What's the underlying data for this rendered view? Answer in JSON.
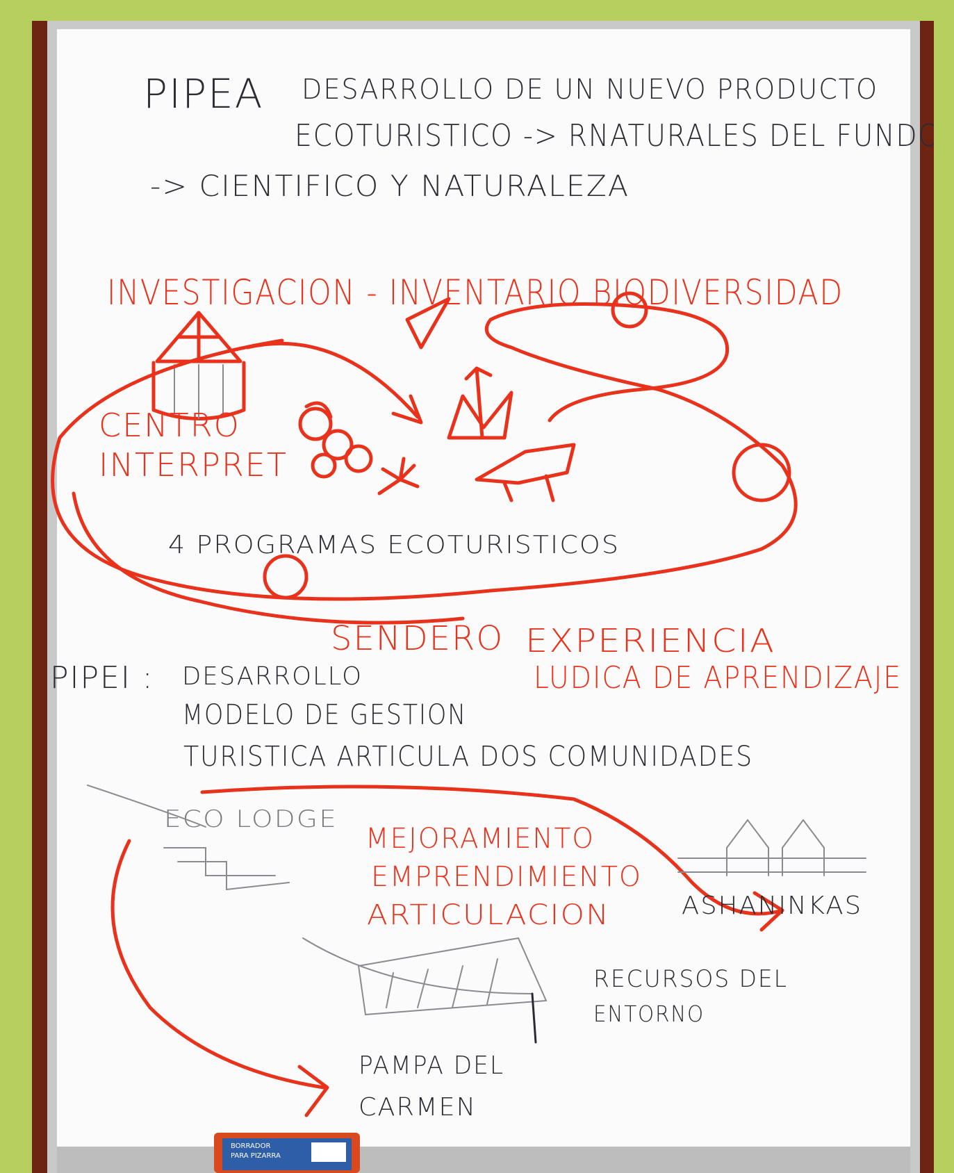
{
  "image": {
    "kind": "photo",
    "subject": "whiteboard",
    "frame_color": "#b6cf5e",
    "marker_colors": {
      "black": "#2b2b33",
      "red": "#e8321c"
    }
  },
  "whiteboard": {
    "title_block": {
      "label": "PIPEA",
      "line1": "DESARROLLO DE UN NUEVO PRODUCTO",
      "line2": "ECOTURISTICO -> RNATURALES DEL FUNDO"
    },
    "subtitle": "-> CIENTIFICO Y NATURALEZA",
    "red_heading": "INVESTIGACION - INVENTARIO BIODIVERSIDAD",
    "centro_line1": "CENTRO",
    "centro_line2": "INTERPRET",
    "programs": "4 PROGRAMAS ECOTURISTICOS",
    "sendero": "SENDERO",
    "experiencia_line1": "EXPERIENCIA",
    "experiencia_line2": "LUDICA DE APRENDIZAJE",
    "pipei_label": "PIPEI :",
    "pipei_line1": "DESARROLLO",
    "pipei_line2": "MODELO DE GESTION",
    "pipei_line3": "TURISTICA ARTICULA DOS COMUNIDADES",
    "ecolodge": "ECO LODGE",
    "mejora_line1": "MEJORAMIENTO",
    "mejora_line2": "EMPRENDIMIENTO",
    "mejora_line3": "ARTICULACION",
    "ashaninkas": "ASHANINKAS",
    "recursos_line1": "RECURSOS DEL",
    "recursos_line2": "ENTORNO",
    "pampa_line1": "PAMPA DEL",
    "pampa_line2": "CARMEN"
  },
  "eraser": {
    "line1": "BORRADOR",
    "line2": "PARA PIZARRA"
  }
}
